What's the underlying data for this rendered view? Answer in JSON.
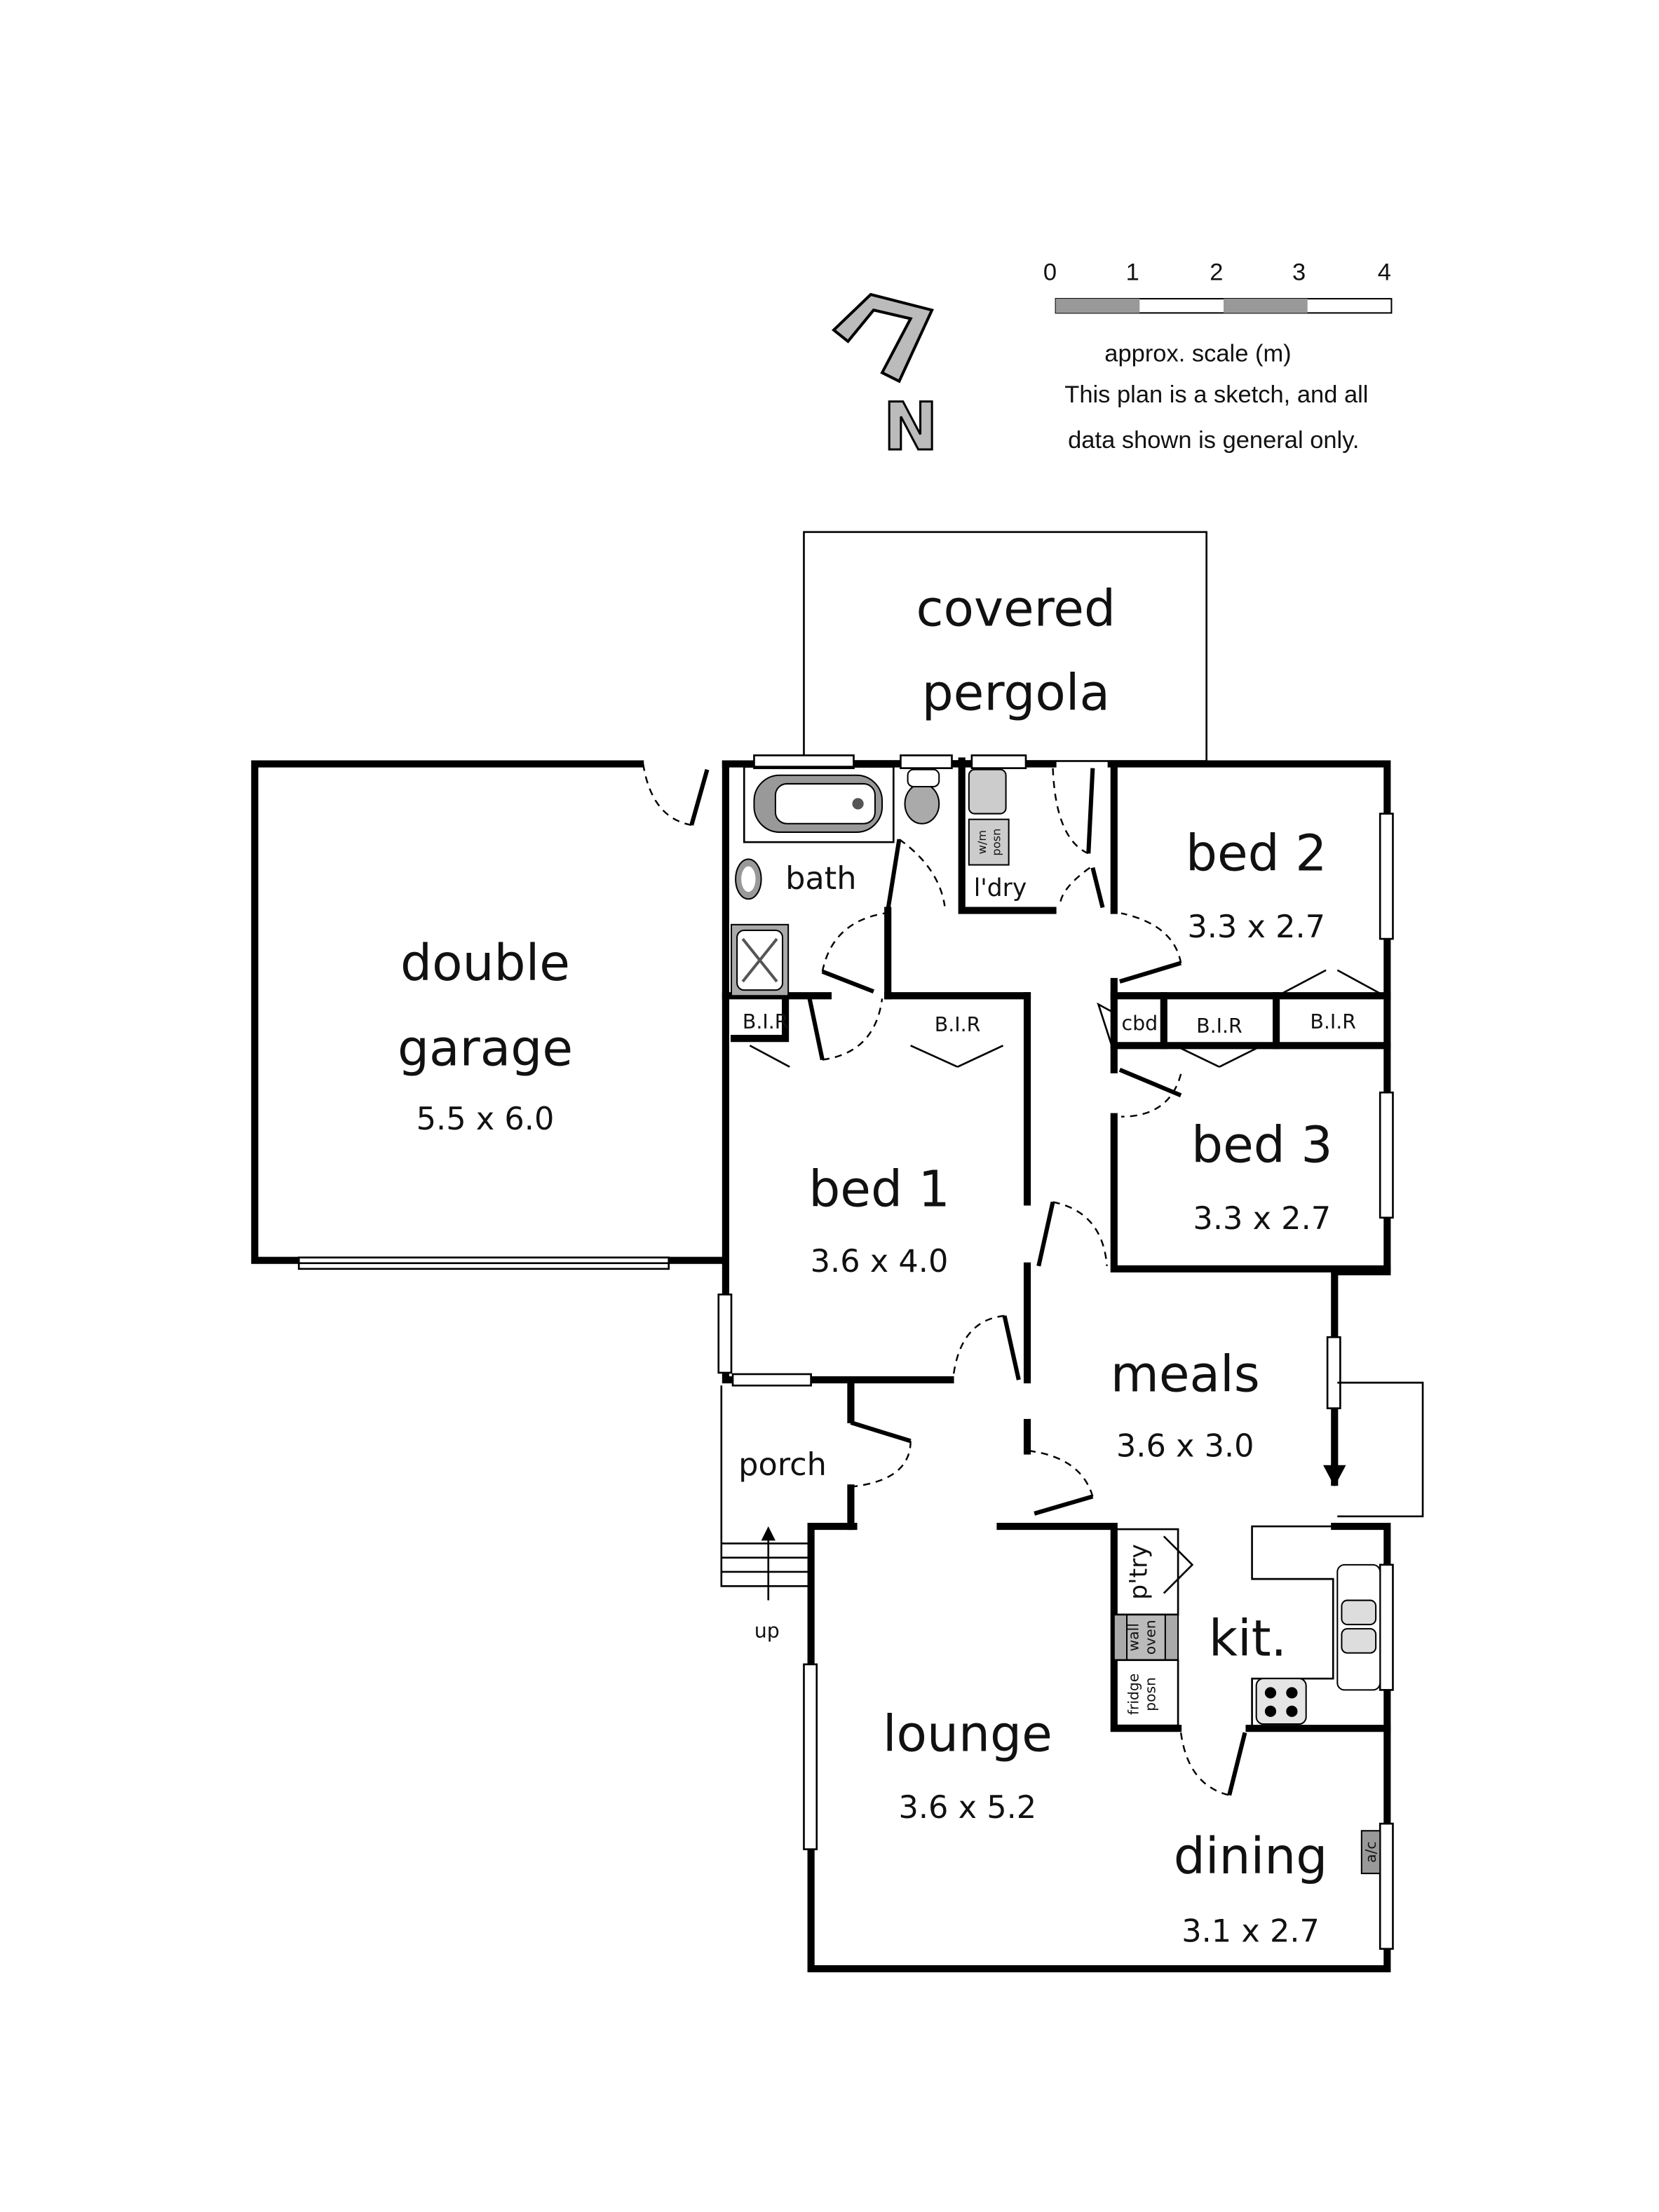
{
  "scale_bar": {
    "ticks": [
      "0",
      "1",
      "2",
      "3",
      "4"
    ],
    "caption": "approx. scale (m)",
    "disclaimer_line1": "This plan is a sketch, and all",
    "disclaimer_line2": "data shown is general only.",
    "fill_color": "#999999"
  },
  "compass": {
    "label": "N"
  },
  "rooms": {
    "pergola": {
      "line1": "covered",
      "line2": "pergola"
    },
    "garage": {
      "line1": "double",
      "line2": "garage",
      "size": "5.5 x 6.0"
    },
    "bath": {
      "name": "bath"
    },
    "laundry": {
      "name": "l'dry",
      "wm": "w/m",
      "posn": "posn"
    },
    "bed2": {
      "name": "bed 2",
      "size": "3.3 x 2.7"
    },
    "bed3": {
      "name": "bed 3",
      "size": "3.3 x 2.7"
    },
    "bed1": {
      "name": "bed 1",
      "size": "3.6 x 4.0"
    },
    "meals": {
      "name": "meals",
      "size": "3.6 x 3.0"
    },
    "porch": {
      "name": "porch",
      "stairs": "up"
    },
    "kitchen": {
      "name": "kit.",
      "pantry": "p'try",
      "oven1": "wall",
      "oven2": "oven",
      "fridge1": "fridge",
      "fridge2": "posn"
    },
    "lounge": {
      "name": "lounge",
      "size": "3.6 x 5.2"
    },
    "dining": {
      "name": "dining",
      "size": "3.1 x 2.7",
      "ac": "a/c"
    },
    "storage": {
      "bir": "B.I.R",
      "cbd": "cbd"
    }
  }
}
